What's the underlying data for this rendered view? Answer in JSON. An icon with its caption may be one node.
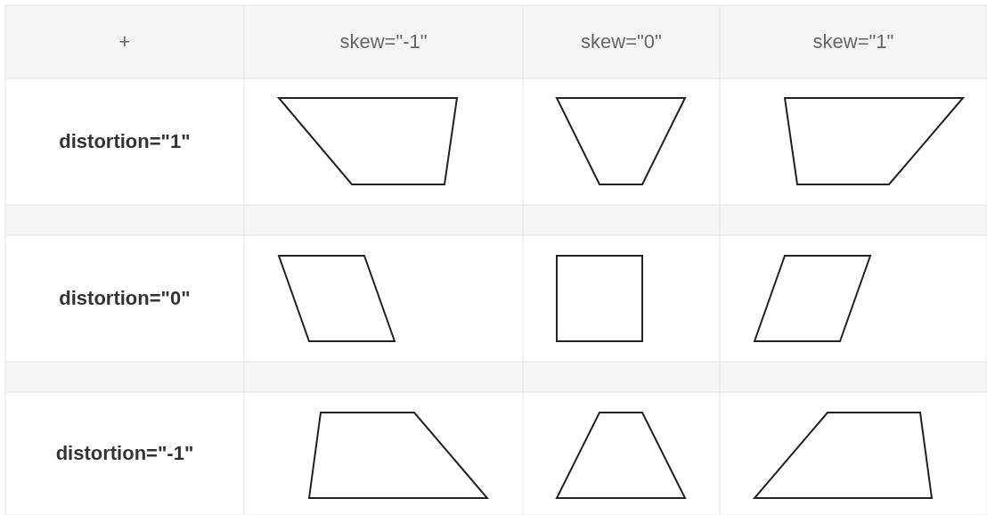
{
  "diagram": {
    "nodes": [
      {
        "text": [],
        "shape": "trapezoid"
      },
      {
        "text": [],
        "shape": "trapezoid"
      },
      {
        "text": [],
        "shape": "trapezoid"
      },
      {
        "text": [],
        "shape": "parallelogram"
      },
      {
        "text": [],
        "shape": "box"
      },
      {
        "text": [],
        "shape": "parallelogram"
      },
      {
        "text": [],
        "shape": "trapezoid"
      },
      {
        "text": [],
        "shape": "trapezoid"
      },
      {
        "text": [],
        "shape": "trapezoid"
      }
    ],
    "labels": [
      "+",
      "skew=\"-1\"",
      "skew=\"0\"",
      "skew=\"1\"",
      "distortion=\"1\"",
      "distortion=\"0\"",
      "distortion=\"-1\""
    ]
  }
}
